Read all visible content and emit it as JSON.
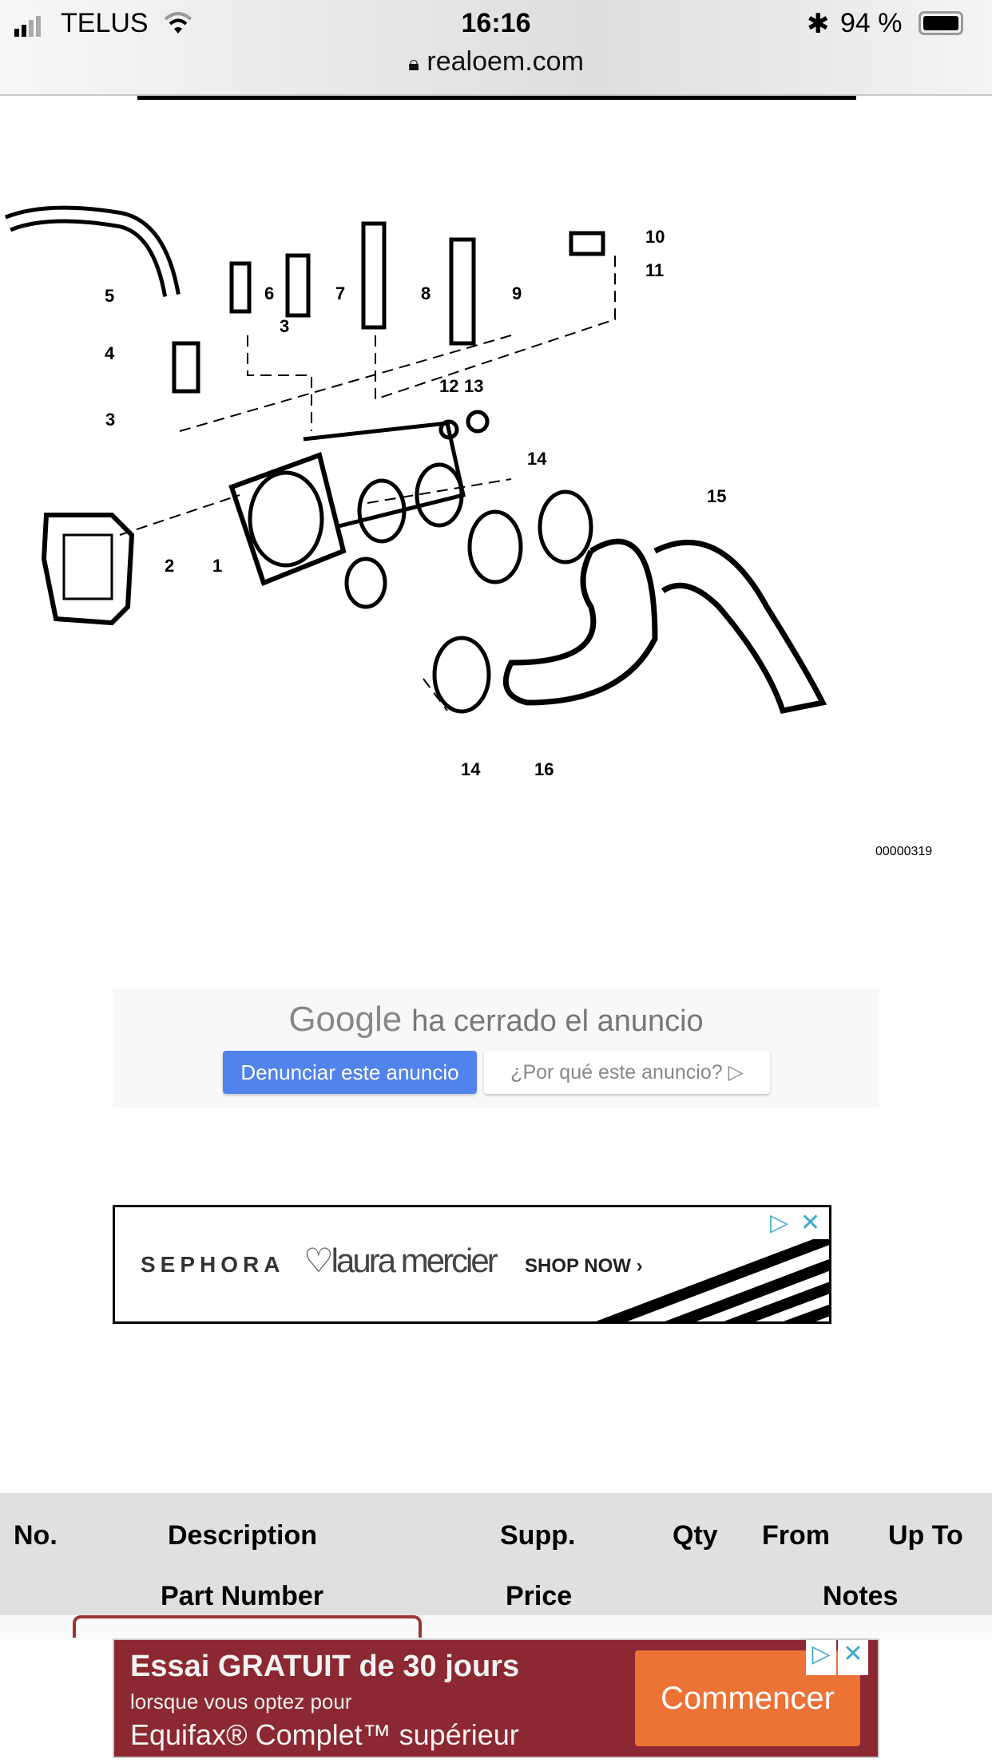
{
  "status_bar": {
    "carrier": "TELUS",
    "time": "16:16",
    "battery": "94 %"
  },
  "browser": {
    "url": "realoem.com"
  },
  "diagram": {
    "callouts": [
      "1",
      "2",
      "3",
      "3",
      "4",
      "5",
      "6",
      "7",
      "8",
      "9",
      "10",
      "11",
      "12",
      "13",
      "14",
      "14",
      "15",
      "16"
    ],
    "code": "00000319"
  },
  "google_closed_ad": {
    "brand": "Google",
    "message": "ha cerrado el anuncio",
    "report_button": "Denunciar este anuncio",
    "why_button": "¿Por qué este anuncio?"
  },
  "sephora_ad": {
    "brand": "SEPHORA",
    "partner": "laura mercier",
    "cta": "SHOP NOW ›"
  },
  "table_header": {
    "row1": [
      "No.",
      "Description",
      "Supp.",
      "Qty",
      "From",
      "Up To"
    ],
    "row2": [
      "Part Number",
      "Price",
      "Notes"
    ]
  },
  "equifax_ad": {
    "line1": "Essai GRATUIT de 30 jours",
    "line2": "lorsque vous optez pour",
    "line3": "Equifax® Complet™ supérieur",
    "cta": "Commencer"
  },
  "colors": {
    "blue_button": "#5283ec",
    "ad_red": "#8b2832",
    "ad_orange": "#ec7236",
    "header_gray": "#e0e0e0"
  }
}
